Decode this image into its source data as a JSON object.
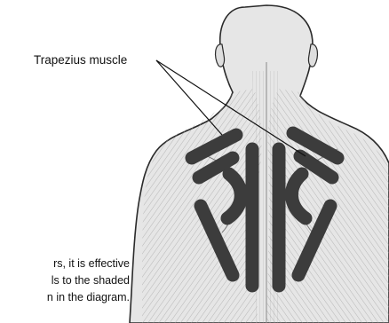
{
  "callout": {
    "label": "Trapezius muscle"
  },
  "note": {
    "lines": [
      "rs, it is effective",
      "ls to the shaded",
      "n in the diagram."
    ]
  },
  "colors": {
    "skin": "#e6e6e6",
    "outline": "#2a2a2a",
    "strip": "#3c3c3c",
    "muscle_line": "#9a9a9a"
  }
}
